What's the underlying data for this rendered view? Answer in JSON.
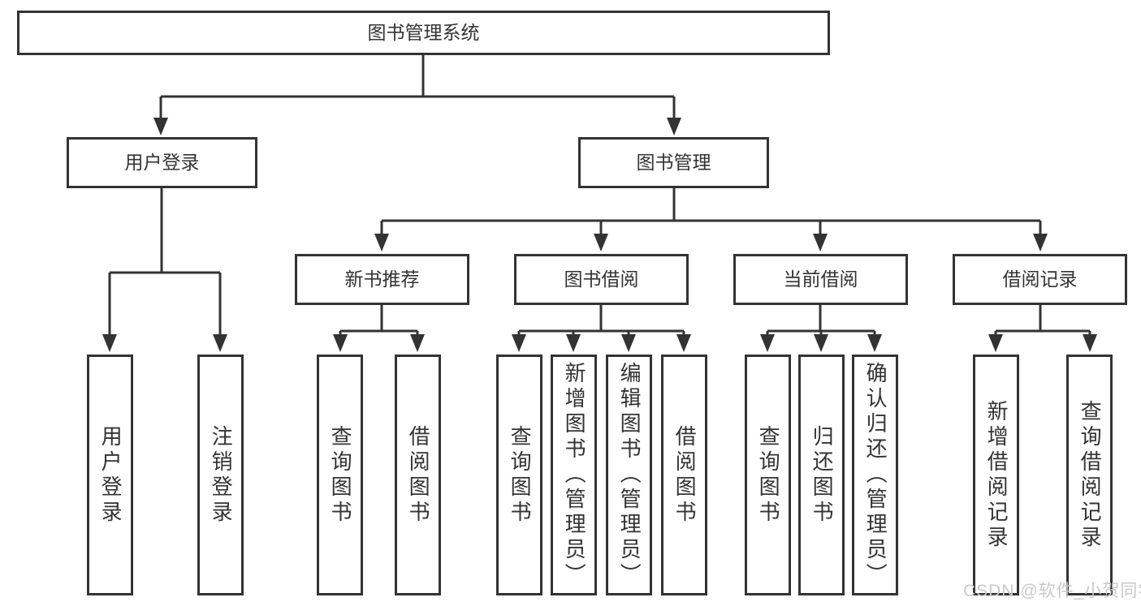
{
  "colors": {
    "line": "#333333",
    "box_border": "#333333",
    "box_background": "#ffffff",
    "text": "#333333",
    "page_background": "#ffffff",
    "watermark": "#c9c9c9"
  },
  "diagram_type": "hierarchy-tree",
  "tree": {
    "label": "图书管理系统",
    "children": [
      {
        "label": "用户登录",
        "children": [
          {
            "label": "用户登录"
          },
          {
            "label": "注销登录"
          }
        ]
      },
      {
        "label": "图书管理",
        "children": [
          {
            "label": "新书推荐",
            "children": [
              {
                "label": "查询图书"
              },
              {
                "label": "借阅图书"
              }
            ]
          },
          {
            "label": "图书借阅",
            "children": [
              {
                "label": "查询图书"
              },
              {
                "label": "新增图书（管理员）"
              },
              {
                "label": "编辑图书（管理员）"
              },
              {
                "label": "借阅图书"
              }
            ]
          },
          {
            "label": "当前借阅",
            "children": [
              {
                "label": "查询图书"
              },
              {
                "label": "归还图书"
              },
              {
                "label": "确认归还（管理员）"
              }
            ]
          },
          {
            "label": "借阅记录",
            "children": [
              {
                "label": "新增借阅记录"
              },
              {
                "label": "查询借阅记录"
              }
            ]
          }
        ]
      }
    ]
  },
  "watermark": {
    "text": "CSDN @软件_小贺同学"
  }
}
